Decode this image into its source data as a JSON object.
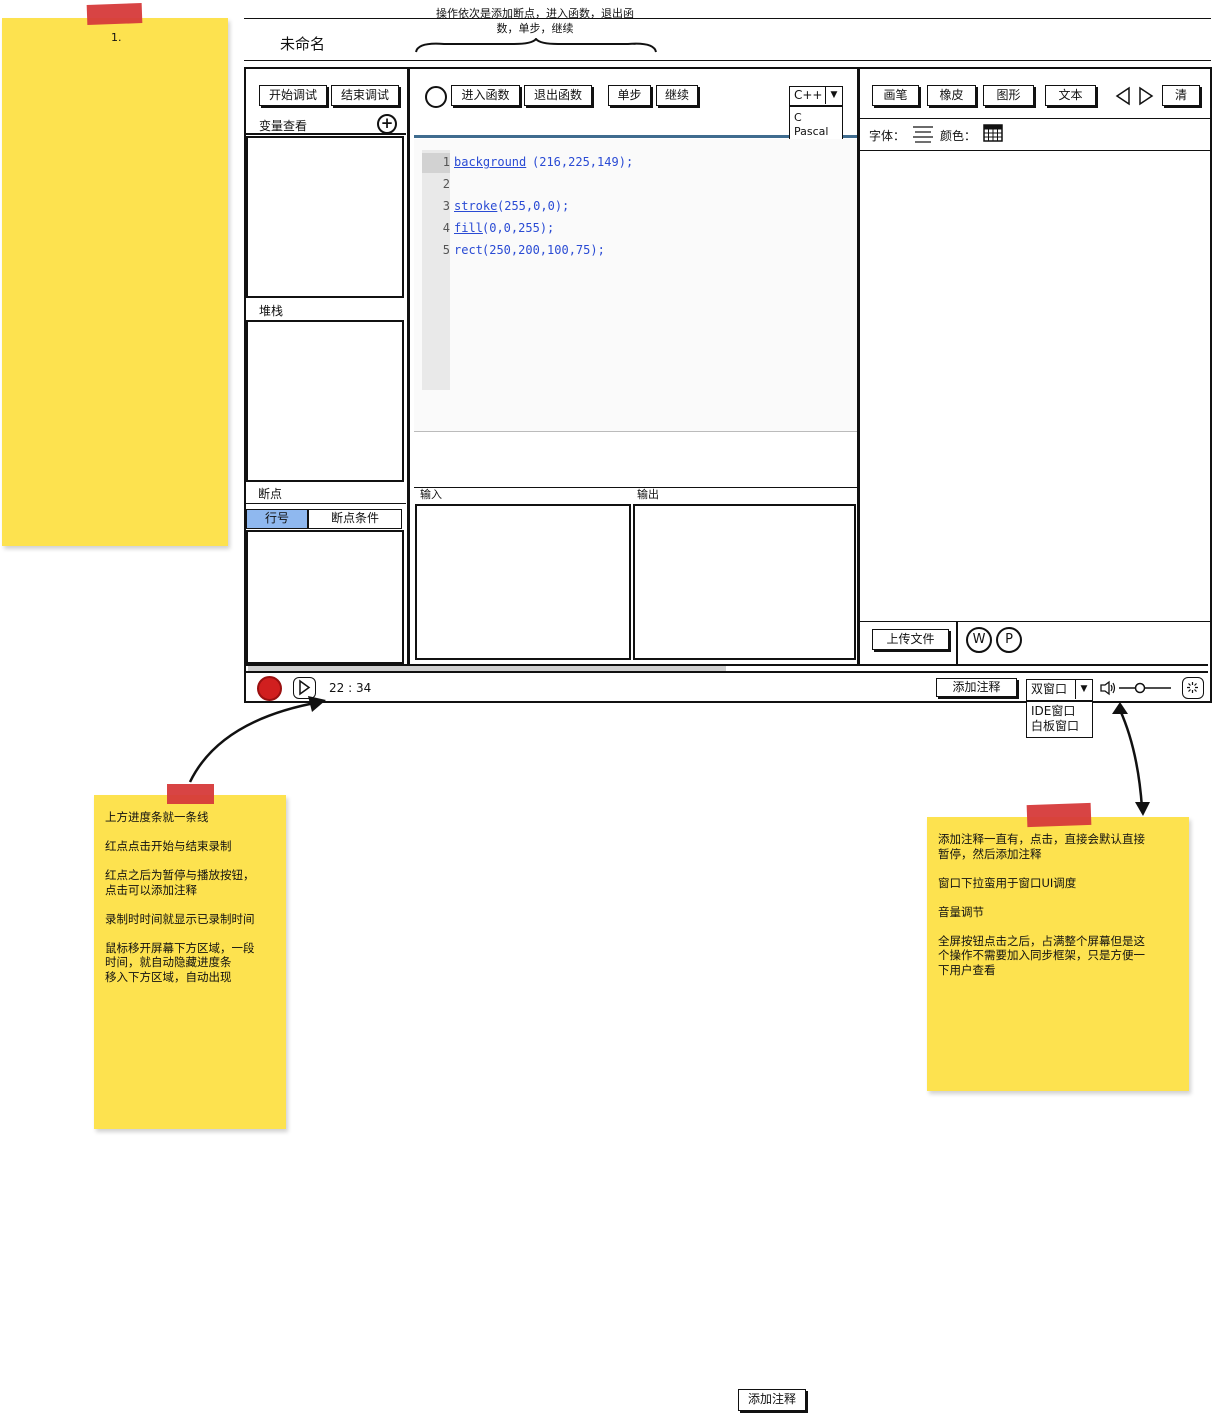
{
  "notes": {
    "note1": "1.",
    "note2": "上方进度条就一条线\n\n红点点击开始与结束录制\n\n红点之后为暂停与播放按钮，\n点击可以添加注释\n\n录制时时间就显示已录制时间\n\n鼠标移开屏幕下方区域，一段\n时间，就自动隐藏进度条\n移入下方区域，自动出现",
    "note3": "添加注释一直有，点击，直接会默认直接\n暂停，然后添加注释\n\n窗口下拉蛮用于窗口UI调度\n\n音量调节\n\n全屏按钮点击之后，占满整个屏幕但是这\n个操作不需要加入同步框架，只是方便一\n下用户查看"
  },
  "header": {
    "annotation": "操作依次是添加断点，进入函数，退出函\n数，单步，继续",
    "title": "未命名"
  },
  "left": {
    "start_debug": "开始调试",
    "end_debug": "结束调试",
    "variables": "变量查看",
    "stack": "堆栈",
    "breakpoints": "断点",
    "tab_line": "行号",
    "tab_condition": "断点条件"
  },
  "toolbar": {
    "step_into": "进入函数",
    "step_out": "退出函数",
    "step": "单步",
    "continue": "继续",
    "language": "C++",
    "language_options": [
      "C",
      "Pascal"
    ]
  },
  "editor": {
    "lines": [
      {
        "no": "1",
        "fn": "background",
        "args": "216,225,149"
      },
      {
        "no": "2",
        "fn": "",
        "args": ""
      },
      {
        "no": "3",
        "fn": "stroke",
        "args": "255,0,0"
      },
      {
        "no": "4",
        "fn": "fill",
        "args": "0,0,255"
      },
      {
        "no": "5",
        "fn": "rect",
        "args": "250,200,100,75"
      }
    ]
  },
  "io": {
    "input": "输入",
    "output": "输出"
  },
  "whiteboard": {
    "pen": "画笔",
    "eraser": "橡皮",
    "shape": "图形",
    "text": "文本",
    "clear": "清",
    "font": "字体：",
    "color": "颜色：",
    "upload": "上传文件",
    "w": "W",
    "p": "P"
  },
  "player": {
    "time": "22 : 34",
    "add_note": "添加注释",
    "window_mode": "双窗口",
    "window_options": [
      "IDE窗口",
      "白板窗口"
    ]
  },
  "bottom_button": "添加注释",
  "colors": {
    "sticky": "#fde24f",
    "tape": "#d63a3a",
    "tab_active": "#8fb8ef",
    "record": "#d11f1f"
  }
}
